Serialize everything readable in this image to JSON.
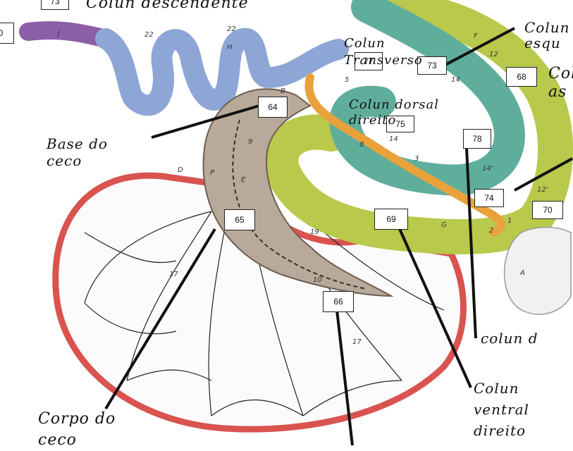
{
  "labels": {
    "top_left": "Colun descendente",
    "transverso": "Colun Transverso",
    "dorsal_direito": "Colun dorsal direito",
    "esquerdo": "Colun esqu",
    "ascendente": "Col as",
    "base_ceco": "Base do ceco",
    "corpo_ceco": "Corpo do ceco",
    "dorsal_bottom": "colun d",
    "ventral_direito": "Colun ventral direito"
  },
  "boxes": {
    "b73_top": "73",
    "b0": "0",
    "b77": "77",
    "b73": "73",
    "b68": "68",
    "b64": "64",
    "b75": "75",
    "b78": "78",
    "b74": "74",
    "b70": "70",
    "b65": "65",
    "b69": "69",
    "b66": "66"
  },
  "figure_letters": {
    "J": "J",
    "H": "H",
    "n22a": "22",
    "n22b": "22",
    "D": "D",
    "P": "P",
    "E": "E",
    "n9": "9",
    "B": "B",
    "n8": "8",
    "n17a": "17",
    "n17b": "17",
    "n19": "19",
    "n10": "10",
    "n14": "14",
    "n14b": "14",
    "n14c": "14'",
    "n12": "12",
    "n12b": "12'",
    "F": "F",
    "G": "G",
    "A": "A",
    "n3": "3",
    "n2": "2",
    "n1": "1",
    "n5": "5"
  },
  "colors": {
    "cecum": "#b9a99a",
    "small_colon_blue": "#8ea6d6",
    "dorsal_teal": "#5fae9c",
    "ventral_green": "#b9c94b",
    "mesentery_red": "#d9534f",
    "orange_tube": "#e9a23b",
    "purple": "#8d5ea8",
    "stomach": "#f1f1f1"
  }
}
